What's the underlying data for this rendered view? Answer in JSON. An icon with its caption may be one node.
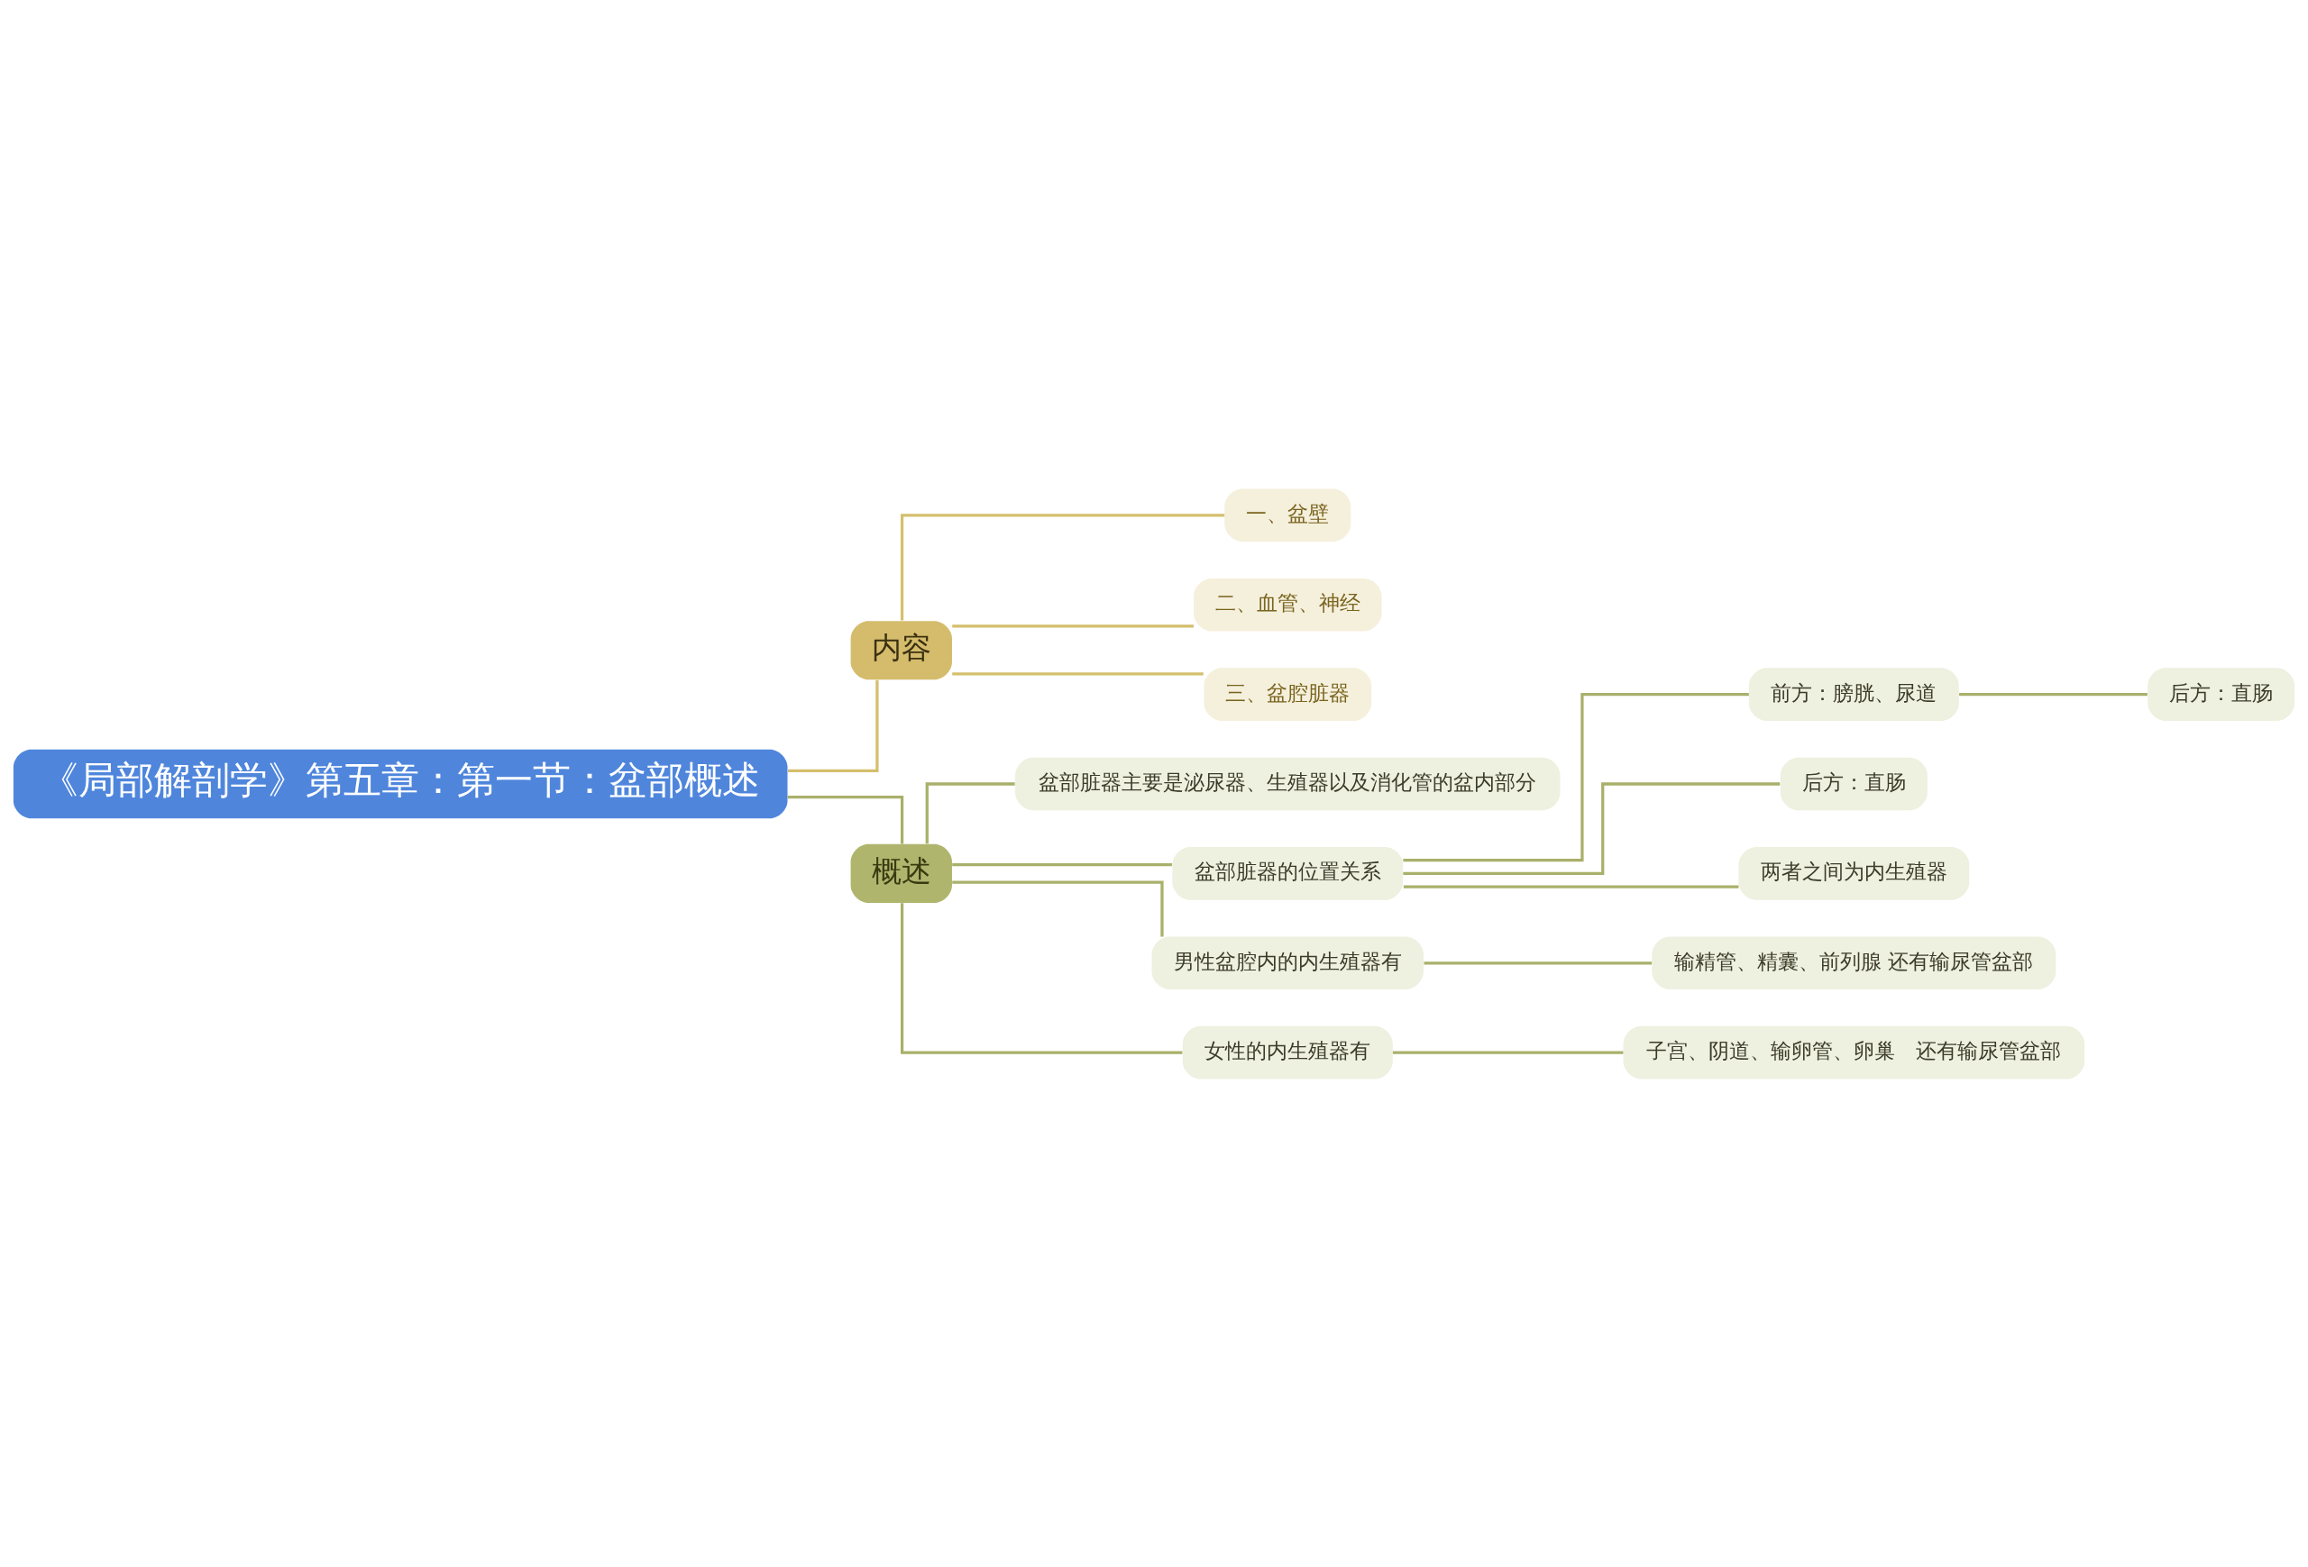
{
  "diagram": {
    "nodes": [
      {
        "text": [
          "《局部解剖学》第五章：第一节：盆部概述"
        ]
      },
      {
        "text": [
          "内容"
        ]
      },
      {
        "text": [
          "一、盆壁"
        ]
      },
      {
        "text": [
          "二、血管、神经"
        ]
      },
      {
        "text": [
          "三、盆腔脏器"
        ]
      },
      {
        "text": [
          "概述"
        ]
      },
      {
        "text": [
          "盆部脏器主要是泌尿器、生殖器以及消化管的盆内部分"
        ]
      },
      {
        "text": [
          "盆部脏器的位置关系"
        ]
      },
      {
        "text": [
          "前方：膀胱、尿道"
        ]
      },
      {
        "text": [
          "后方：直肠"
        ]
      },
      {
        "text": [
          "后方：直肠"
        ]
      },
      {
        "text": [
          "两者之间为内生殖器"
        ]
      },
      {
        "text": [
          "男性盆腔内的内生殖器有"
        ]
      },
      {
        "text": [
          "输精管、精囊、前列腺 还有输尿管盆部"
        ]
      },
      {
        "text": [
          "女性的内生殖器有"
        ]
      },
      {
        "text": [
          "子宫、阴道、输卵管、卵巢　还有输尿管盆部"
        ]
      }
    ],
    "edges": [
      {
        "from": 0,
        "to": 1,
        "arrow": "none",
        "color": "#d4bf6e"
      },
      {
        "from": 1,
        "to": 2,
        "arrow": "none",
        "color": "#d4bf6e"
      },
      {
        "from": 1,
        "to": 3,
        "arrow": "none",
        "color": "#d4bf6e"
      },
      {
        "from": 1,
        "to": 4,
        "arrow": "none",
        "color": "#d4bf6e"
      },
      {
        "from": 0,
        "to": 5,
        "arrow": "none"
      },
      {
        "from": 5,
        "to": 6,
        "arrow": "none"
      },
      {
        "from": 5,
        "to": 7,
        "arrow": "none"
      },
      {
        "from": 7,
        "to": 8,
        "arrow": "none"
      },
      {
        "from": 8,
        "to": 9,
        "arrow": "none"
      },
      {
        "from": 7,
        "to": 10,
        "arrow": "none"
      },
      {
        "from": 7,
        "to": 11,
        "arrow": "none"
      },
      {
        "from": 5,
        "to": 12,
        "arrow": "none"
      },
      {
        "from": 12,
        "to": 13,
        "arrow": "none"
      },
      {
        "from": 5,
        "to": 14,
        "arrow": "none"
      },
      {
        "from": 14,
        "to": 15,
        "arrow": "none"
      }
    ]
  }
}
